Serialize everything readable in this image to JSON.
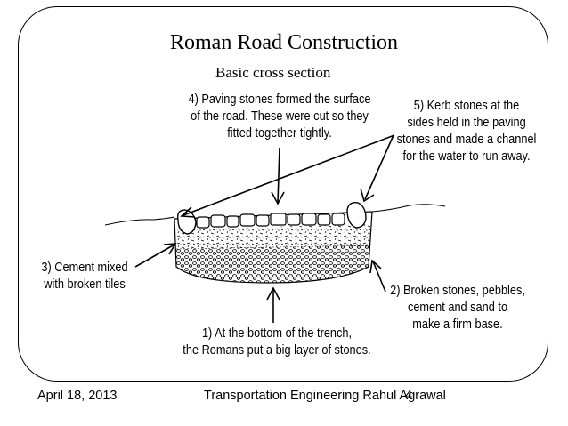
{
  "slide": {
    "title": "Roman Road Construction",
    "subtitle": "Basic cross section"
  },
  "annotations": {
    "paving": [
      "4) Paving stones formed the surface",
      "of the road. These were cut so they",
      "fitted together tightly."
    ],
    "kerb": [
      "5) Kerb stones at the",
      "sides held in the paving",
      "stones and made a channel",
      "for the water to run away."
    ],
    "cement": [
      "3) Cement mixed",
      "with broken tiles"
    ],
    "broken": [
      "2) Broken stones, pebbles,",
      "cement and sand to",
      "make a firm base."
    ],
    "bottom": [
      "1) At the bottom of the trench,",
      "the Romans put a big layer of stones."
    ]
  },
  "footer": {
    "date": "April 18, 2013",
    "credit": "Transportation Engineering Rahul Agrawal",
    "page": "4"
  }
}
